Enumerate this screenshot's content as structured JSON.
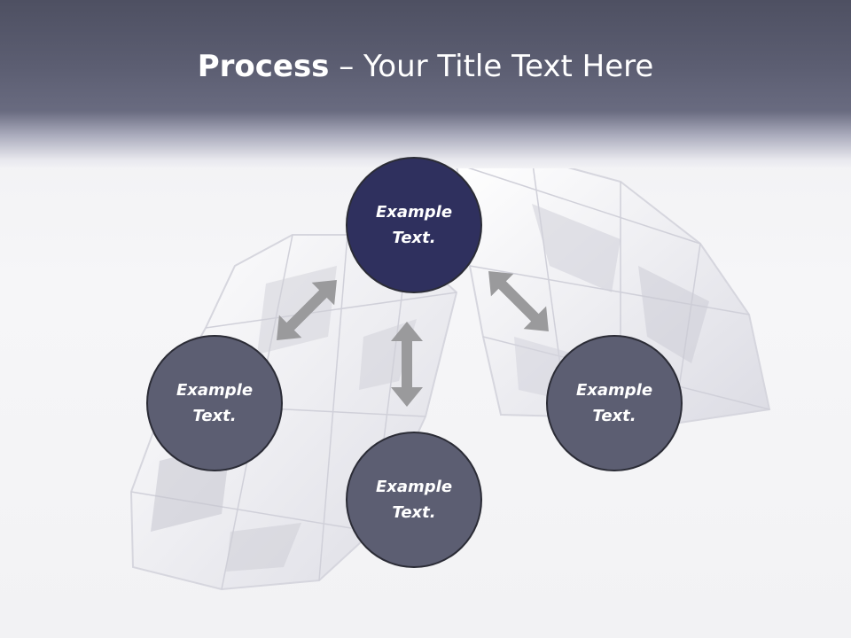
{
  "slide": {
    "title_bold": "Process",
    "title_rest": " – Your Title Text Here"
  },
  "diagram": {
    "center": {
      "line1": "Example",
      "line2": "Text."
    },
    "left": {
      "line1": "Example",
      "line2": "Text."
    },
    "bottom": {
      "line1": "Example",
      "line2": "Text."
    },
    "right": {
      "line1": "Example",
      "line2": "Text."
    }
  },
  "colors": {
    "header": "#5c5e72",
    "center_node": "#2f305e",
    "satellite_node": "#5c5e72",
    "arrow": "#9a9a9c"
  }
}
